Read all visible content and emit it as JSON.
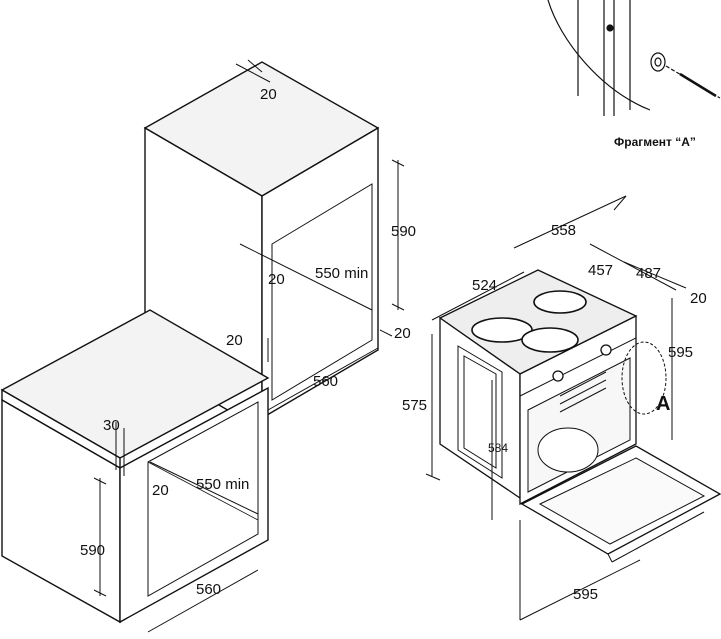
{
  "cabinet_tall": {
    "dim_top_panel": "20",
    "dim_niche_height": "590",
    "dim_niche_depth": "550 min",
    "dim_inner_side": "20",
    "dim_left_panel": "20",
    "dim_right_panel": "20",
    "dim_niche_width": "560"
  },
  "cabinet_under": {
    "dim_top": "30",
    "dim_side": "20",
    "dim_depth": "550 min",
    "dim_height": "590",
    "dim_width": "560"
  },
  "oven": {
    "dim_depth_total": "558",
    "dim_depth_side": "524",
    "dim_depth_inner": "457",
    "dim_depth_body": "487",
    "dim_frame": "20",
    "dim_front_height": "595",
    "dim_body_height": "575",
    "dim_inner_height": "584",
    "dim_front_width": "595",
    "callout_label": "A"
  },
  "fragment": {
    "caption": "Фрагмент “A”"
  }
}
